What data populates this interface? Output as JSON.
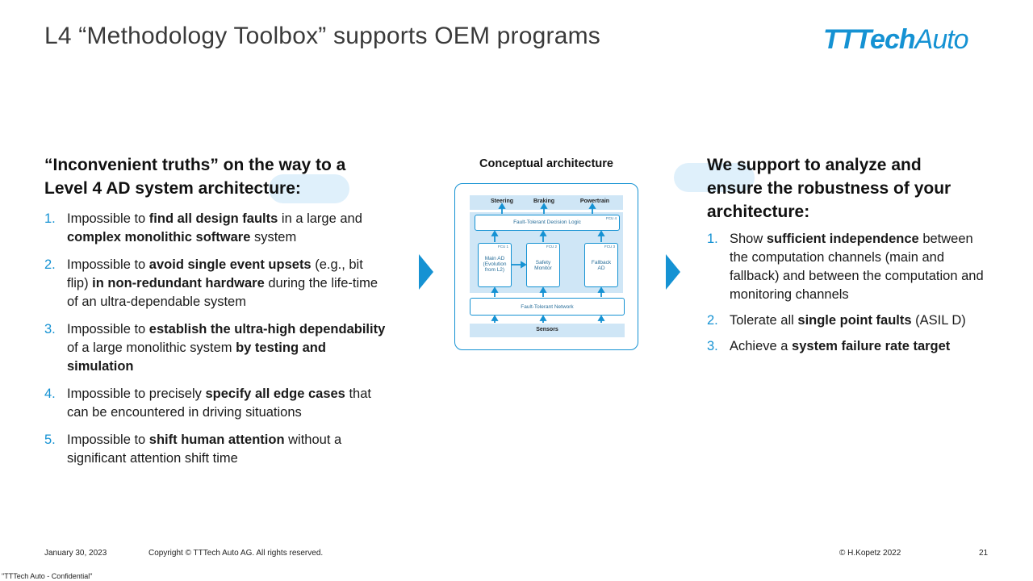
{
  "header": {
    "title": "L4 “Methodology Toolbox” supports OEM programs",
    "logo_bold": "TTTech",
    "logo_light": "Auto"
  },
  "left": {
    "heading_line1": "“Inconvenient truths” on the way to a",
    "heading_line2": "Level 4 AD system architecture:",
    "items": [
      {
        "num": "1.",
        "parts": [
          [
            "Impossible to ",
            false
          ],
          [
            "find all design faults",
            true
          ],
          [
            " in a large and ",
            false
          ],
          [
            "complex monolithic software",
            true
          ],
          [
            " system",
            false
          ]
        ]
      },
      {
        "num": "2.",
        "parts": [
          [
            "Impossible to ",
            false
          ],
          [
            "avoid single event upsets",
            true
          ],
          [
            " (e.g., bit flip) ",
            false
          ],
          [
            "in non-redundant hardware",
            true
          ],
          [
            " during the life-time of an ultra-dependable system",
            false
          ]
        ]
      },
      {
        "num": "3.",
        "parts": [
          [
            "Impossible to ",
            false
          ],
          [
            "establish the ultra-high dependability",
            true
          ],
          [
            " of a large monolithic system ",
            false
          ],
          [
            "by testing and simulation",
            true
          ]
        ]
      },
      {
        "num": "4.",
        "parts": [
          [
            "Impossible to precisely ",
            false
          ],
          [
            "specify all edge cases",
            true
          ],
          [
            " that can be encountered in driving situations",
            false
          ]
        ]
      },
      {
        "num": "5.",
        "parts": [
          [
            "Impossible to ",
            false
          ],
          [
            "shift human attention",
            true
          ],
          [
            " without a significant attention shift time",
            false
          ]
        ]
      }
    ]
  },
  "diagram": {
    "title": "Conceptual architecture",
    "outputs": [
      "Steering",
      "Braking",
      "Powertrain"
    ],
    "decision_logic": "Fault-Tolerant Decision Logic",
    "fcu4": "FCU 4",
    "fcu1": "FCU 1",
    "fcu2": "FCU 2",
    "fcu3": "FCU 3",
    "main_ad_1": "Main AD",
    "main_ad_2": "(Evolution",
    "main_ad_3": "from L2)",
    "safety_1": "Safety",
    "safety_2": "Monitor",
    "fallback_1": "Fallback",
    "fallback_2": "AD",
    "network": "Fault-Tolerant Network",
    "sensors": "Sensors"
  },
  "right": {
    "heading_line1": "We support to analyze and",
    "heading_line2": "ensure the robustness of your",
    "heading_line3": "architecture:",
    "items": [
      {
        "num": "1.",
        "parts": [
          [
            "Show ",
            false
          ],
          [
            "sufficient independence",
            true
          ],
          [
            " between the computation channels (main and fallback) and between the computation and monitoring channels",
            false
          ]
        ]
      },
      {
        "num": "2.",
        "parts": [
          [
            "Tolerate all ",
            false
          ],
          [
            "single point faults",
            true
          ],
          [
            " (ASIL D)",
            false
          ]
        ]
      },
      {
        "num": "3.",
        "parts": [
          [
            "Achieve a ",
            false
          ],
          [
            "system failure rate target",
            true
          ]
        ]
      }
    ]
  },
  "footer": {
    "date": "January 30, 2023",
    "copyright": "Copyright © TTTech Auto AG. All rights reserved.",
    "author": "© H.Kopetz 2022",
    "page": "21",
    "confidential": "\"TTTech Auto - Confidential\""
  },
  "colors": {
    "accent": "#1592d3",
    "pill": "#dff0fb",
    "diagram_fill": "#cfe6f6"
  }
}
